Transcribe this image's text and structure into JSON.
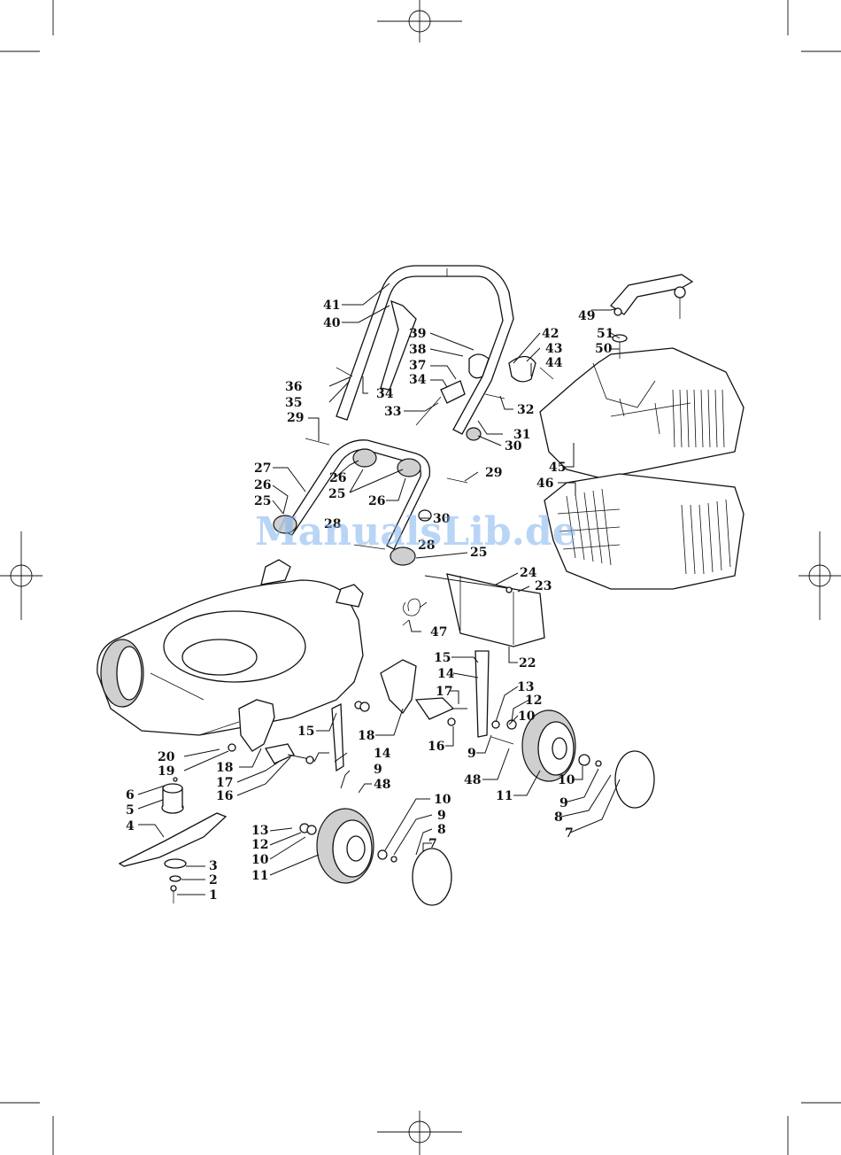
{
  "watermark": "ManualsLib.de",
  "part_labels": [
    "1",
    "2",
    "3",
    "4",
    "5",
    "6",
    "7",
    "8",
    "9",
    "10",
    "11",
    "12",
    "13",
    "14",
    "15",
    "16",
    "17",
    "18",
    "19",
    "20",
    "22",
    "23",
    "24",
    "25",
    "26",
    "27",
    "28",
    "29",
    "30",
    "31",
    "32",
    "33",
    "34",
    "35",
    "36",
    "37",
    "38",
    "39",
    "40",
    "41",
    "42",
    "43",
    "44",
    "45",
    "46",
    "47",
    "48",
    "49",
    "50",
    "51"
  ],
  "colors": {
    "ink": "#111111",
    "watermark": "#7fb2ee",
    "paper": "#ffffff"
  }
}
